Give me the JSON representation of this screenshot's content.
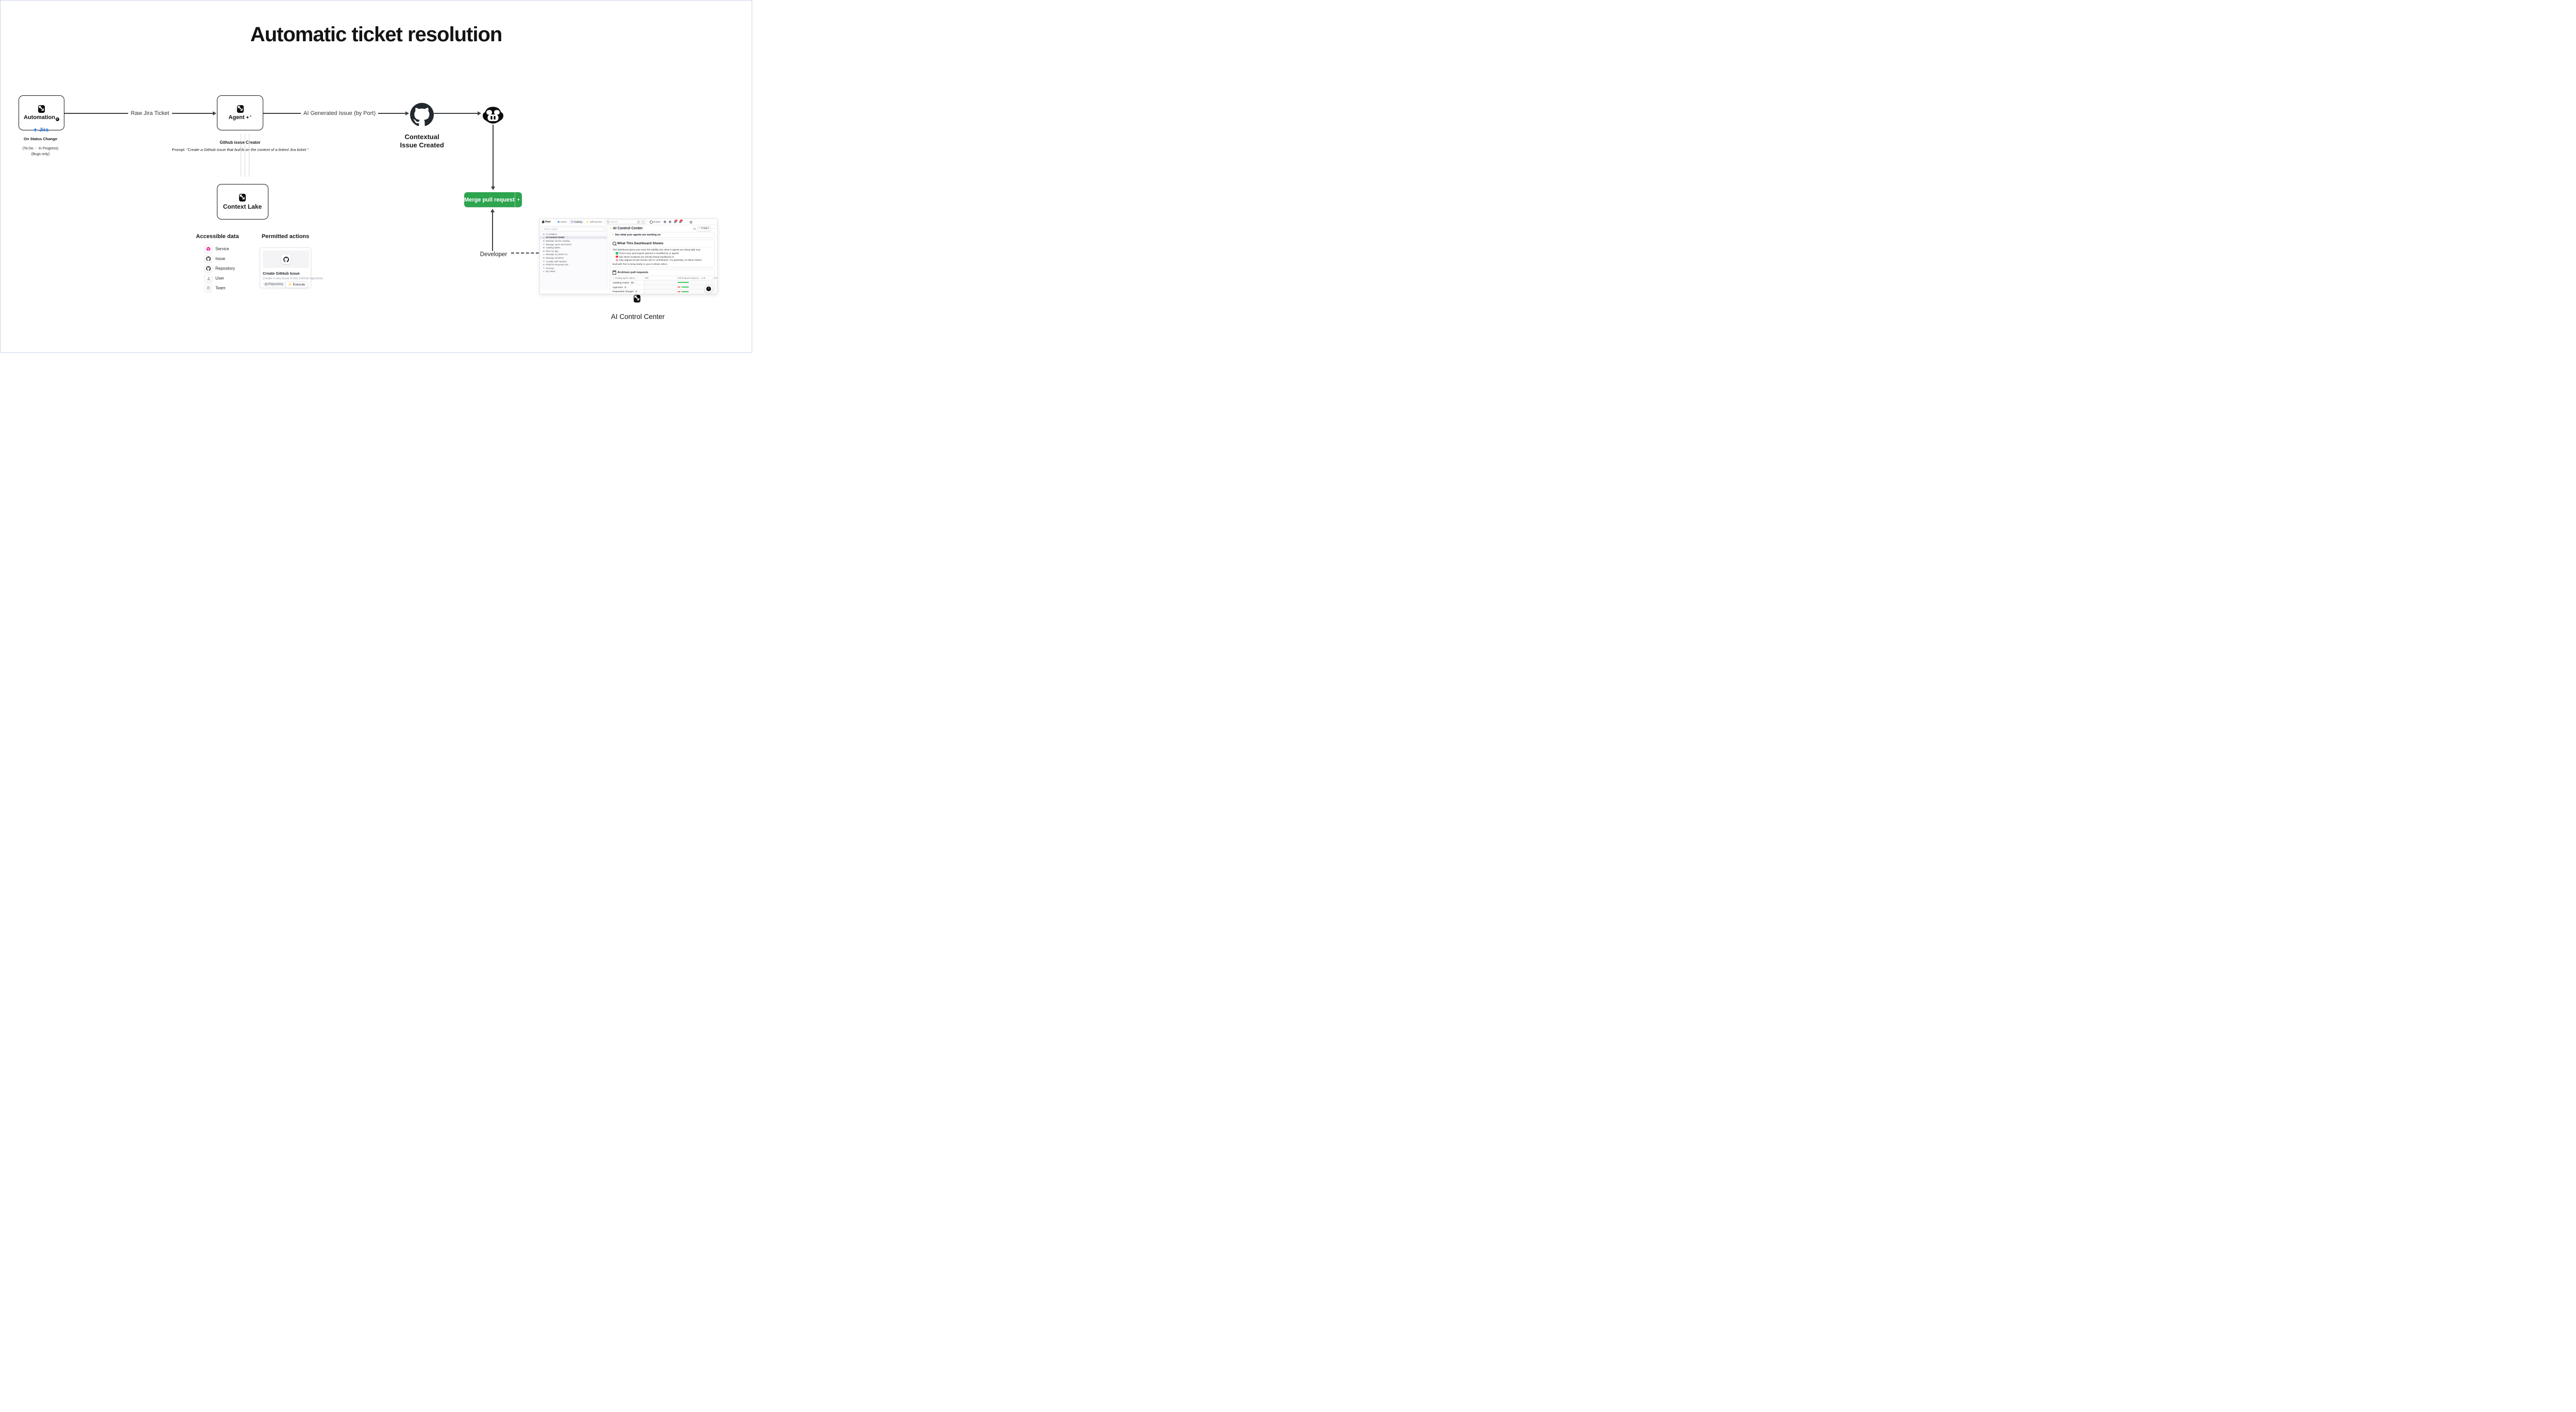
{
  "title": "Automatic ticket resolution",
  "colors": {
    "accent_green": "#2da44e",
    "port_black": "#0d0d0d",
    "jira_blue": "#1d6fd8",
    "service_pink": "#ee2d9b",
    "execute_yellow": "#f5a623"
  },
  "automation_node": {
    "label": "Automation",
    "integration_label": "Jira",
    "trigger_title": "On Status Change",
    "trigger_from": "(To-Do",
    "trigger_to": "In Progress)",
    "trigger_filter": "(Bugs only)"
  },
  "agent_node": {
    "label": "Agent",
    "name": "Github issue Creator",
    "prompt_label": "Prompt: ",
    "prompt_text": "\"Create a GitHub issue that builds on the context of a linked Jira ticket.\""
  },
  "context_lake_node": {
    "label": "Context Lake"
  },
  "edges": {
    "automation_to_agent": "Raw Jira Ticket",
    "agent_to_github": "AI Generated Issue (by Port)"
  },
  "github_result": {
    "line1": "Contextual",
    "line2": "Issue Created"
  },
  "merge_button": {
    "label": "Merge pull request"
  },
  "developer": {
    "label": "Developer"
  },
  "accessible_data": {
    "heading": "Accessible data",
    "items": [
      {
        "label": "Service",
        "icon": "cube-pink"
      },
      {
        "label": "Issue",
        "icon": "github"
      },
      {
        "label": "Repository",
        "icon": "github"
      },
      {
        "label": "User",
        "icon": "user"
      },
      {
        "label": "Team",
        "icon": "team"
      }
    ]
  },
  "permitted_actions": {
    "heading": "Permitted actions",
    "action": {
      "title": "Create GitHub Issue",
      "description": "Create a new issue in this GitHub repository",
      "resource_tag": "Repository",
      "execute_label": "Execute"
    }
  },
  "control_center_caption": "AI Control Center",
  "dashboard": {
    "nav": {
      "brand": "Port",
      "items": [
        "Home",
        "Catalog",
        "Self-service"
      ],
      "search_placeholder": "Search",
      "shortcut_keys": [
        "⌘",
        "K"
      ],
      "builder_label": "Builder",
      "notification_badge": "2"
    },
    "sidebar": {
      "search_placeholder": "Search pages",
      "selected": "AI Control Center",
      "items": [
        "AI Initiative",
        "AI Control Center",
        "Manage service catalog",
        "Manage users and teams",
        "Catalog tables",
        "Plan my day",
        "Manage my team's w...",
        "Manage incidents",
        "Comply with standar...",
        "Platform Requests Da...",
        "Surveys",
        "My Tasks"
      ]
    },
    "page": {
      "title": "AI Control Center",
      "widget_button": "+ Widget",
      "banner": "See what your agents are working on",
      "section_title": "What This Dashboard Shows",
      "intro": "This dashboard gives your team full visibility into what AI agents are doing right now.",
      "bullets": [
        "Track every pull request opened or modified by AI agents",
        "See which incidents are actively being handled by AI",
        "Stay aligned across human and AI contributors—no guessing, no Slack chases"
      ],
      "footer": "Built with Port to bring clarity to your AI-driven SDLC."
    },
    "table": {
      "title": "AI-driven pull requests",
      "columns": [
        "Coding agent status",
        "Title",
        "Pull Request Urgency",
        "Link",
        "Days Old"
      ],
      "add_column_label": "+",
      "rows": [
        {
          "status": "Awaiting review",
          "count": "20",
          "urgency_bars": [
            "green"
          ]
        },
        {
          "status": "Approved",
          "count": "5",
          "urgency_bars": [
            "red",
            "green"
          ]
        },
        {
          "status": "Requested changes",
          "count": "4",
          "urgency_bars": [
            "red",
            "green"
          ]
        }
      ]
    },
    "help_fab": "?"
  }
}
